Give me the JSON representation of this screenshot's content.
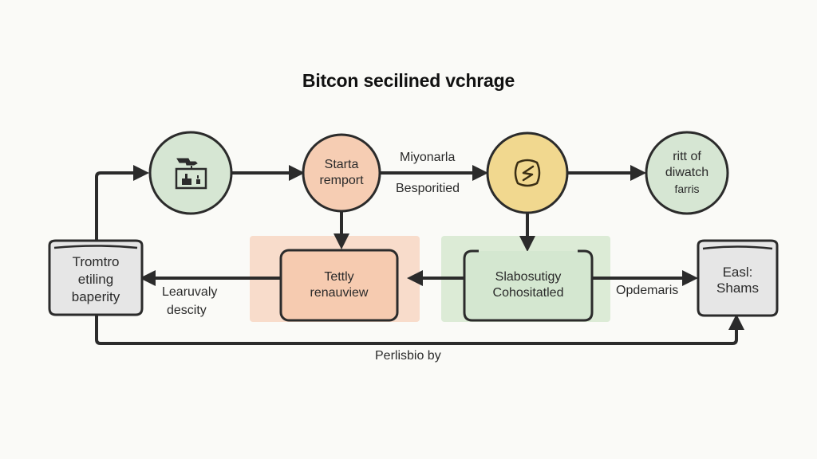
{
  "title": "Bitcon secilined vchrage",
  "colors": {
    "background": "#fafaf7",
    "stroke": "#2b2b2b",
    "green_node": "#d6e6d3",
    "peach_node": "#f6cdb3",
    "yellow_node": "#f1d88f",
    "gray_db": "#e6e6e6",
    "peach_group": "#f8dccb",
    "green_group": "#dcebd6",
    "peach_box": "#f6cbb0",
    "green_box": "#d4e7d0"
  },
  "nodes": {
    "start_icon_node": {
      "icon": "machine-icon"
    },
    "start_report": {
      "lines": [
        "Starta",
        "remport"
      ]
    },
    "exchange_node": {
      "icon": "exchange-icon"
    },
    "watch_node": {
      "lines": [
        "ritt of",
        "diwatch",
        "farris"
      ]
    },
    "left_db": {
      "lines": [
        "Tromtro",
        "etiling",
        "baperity"
      ]
    },
    "review_box": {
      "lines": [
        "Tettly",
        "renauview"
      ]
    },
    "consolidated_box": {
      "lines": [
        "Slabosutigy",
        "Cohositatled"
      ]
    },
    "right_db": {
      "lines": [
        "Easl:",
        "Shams"
      ]
    }
  },
  "edge_labels": {
    "top_middle_1": "Miyonarla",
    "top_middle_2": "Besporitied",
    "left_1": "Learuvaly",
    "left_2": "descity",
    "right": "Opdemaris",
    "bottom": "Perlisbio by"
  }
}
